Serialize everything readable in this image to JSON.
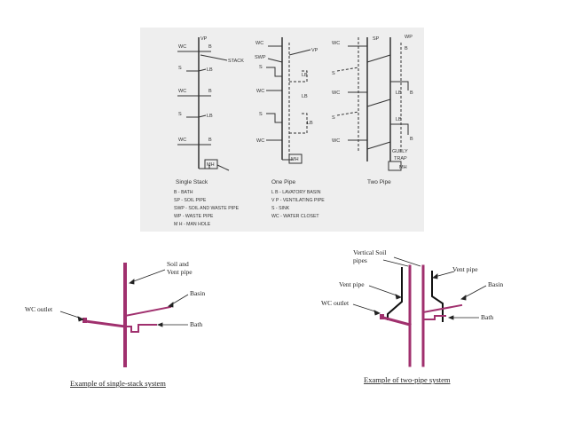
{
  "top_diagram": {
    "single_stack": {
      "title": "Single Stack",
      "labels": {
        "vp": "VP",
        "stack": "STACK",
        "wc1": "WC",
        "b1": "B",
        "s1": "S",
        "lb1": "LB",
        "wc2": "WC",
        "b2": "B",
        "s2": "S",
        "lb2": "LB",
        "wc3": "WC",
        "b3": "B",
        "mh": "MH"
      }
    },
    "one_pipe": {
      "title": "One Pipe",
      "labels": {
        "wc1": "WC",
        "vp": "VP",
        "swp": "SWP",
        "s1": "S",
        "lb1": "LB",
        "wc2": "WC",
        "lb2": "LB",
        "s2": "S",
        "lb3": "LB",
        "wc3": "WC",
        "mh": "MH"
      }
    },
    "two_pipe": {
      "title": "Two Pipe",
      "labels": {
        "wc1": "WC",
        "sp": "SP",
        "wp": "WP",
        "b1": "B",
        "s1": "S",
        "wc2": "WC",
        "lb1": "LB",
        "b2": "B",
        "s2": "S",
        "lb2": "LB",
        "wc3": "WC",
        "b3": "B",
        "gully": "GULLY",
        "trap": "TRAP",
        "mh": "MH"
      }
    },
    "legend_left": [
      "B    - BATH",
      "SP   - SOIL PIPE",
      "SWP  - SOIL AND WASTE PIPE",
      "WP   - WASTE PIPE",
      "M H  - MAN HOLE"
    ],
    "legend_right": [
      "L B  - LAVATORY BASIN",
      "V P  - VENTILATING PIPE",
      "S    - SINK",
      "WC   - WATER CLOSET"
    ]
  },
  "single_stack_example": {
    "soil_vent_line1": "Soil and",
    "soil_vent_line2": "Vent pipe",
    "basin": "Basin",
    "wc_outlet": "WC outlet",
    "bath": "Bath",
    "caption": "Example of single-stack system"
  },
  "two_pipe_example": {
    "vertical_soil_line1": "Vertical Soil",
    "vertical_soil_line2": "pipes",
    "vent_pipe_right": "Vent pipe",
    "vent_pipe_left": "Vent pipe",
    "basin": "Basin",
    "wc_outlet": "WC outlet",
    "bath": "Bath",
    "caption": "Example of two-pipe system"
  },
  "colors": {
    "pipe": "#a0306e",
    "ink": "#333333",
    "panel": "#eeeeee"
  }
}
